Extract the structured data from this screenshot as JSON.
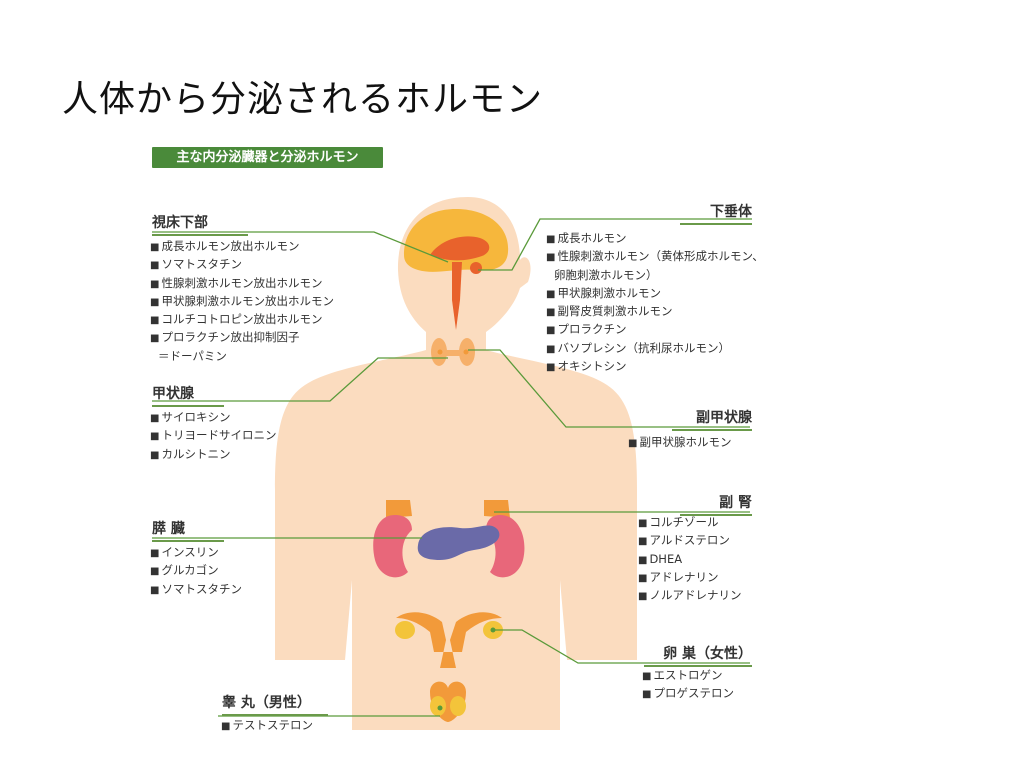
{
  "title": "人体から分泌されるホルモン",
  "subtitle": "主な内分泌臓器と分泌ホルモン",
  "organs": {
    "hypothalamus": {
      "label": "視床下部",
      "hormones": [
        "成長ホルモン放出ホルモン",
        "ソマトスタチン",
        "性腺刺激ホルモン放出ホルモン",
        "甲状腺刺激ホルモン放出ホルモン",
        "コルチコトロピン放出ホルモン",
        "プロラクチン放出抑制因子"
      ],
      "note": "＝ドーパミン"
    },
    "pituitary": {
      "label": "下垂体",
      "hormones": [
        "成長ホルモン",
        "性腺刺激ホルモン（黄体形成ホルモン、",
        "甲状腺刺激ホルモン",
        "副腎皮質刺激ホルモン",
        "プロラクチン",
        "バソプレシン（抗利尿ホルモン）",
        "オキシトシン"
      ],
      "note": "卵胞刺激ホルモン）"
    },
    "thyroid": {
      "label": "甲状腺",
      "hormones": [
        "サイロキシン",
        "トリヨードサイロニン",
        "カルシトニン"
      ]
    },
    "parathyroid": {
      "label": "副甲状腺",
      "hormones": [
        "副甲状腺ホルモン"
      ]
    },
    "pancreas": {
      "label": "膵 臓",
      "hormones": [
        "インスリン",
        "グルカゴン",
        "ソマトスタチン"
      ]
    },
    "adrenal": {
      "label": "副 腎",
      "hormones": [
        "コルチゾール",
        "アルドステロン",
        "DHEA",
        "アドレナリン",
        "ノルアドレナリン"
      ]
    },
    "ovary": {
      "label": "卵 巣（女性）",
      "hormones": [
        "エストロゲン",
        "プロゲステロン"
      ]
    },
    "testis": {
      "label": "睾 丸（男性）",
      "hormones": [
        "テストステロン"
      ]
    }
  },
  "colors": {
    "skin": "#fbdcbf",
    "organ_orange": "#f29a3a",
    "organ_red": "#e8622c",
    "kidney_pink": "#e8677a",
    "pancreas_purple": "#6a6aa8",
    "gonad_yellow": "#f3c43a",
    "leader_green": "#5a9a3a",
    "banner_green": "#4a8a3a"
  }
}
